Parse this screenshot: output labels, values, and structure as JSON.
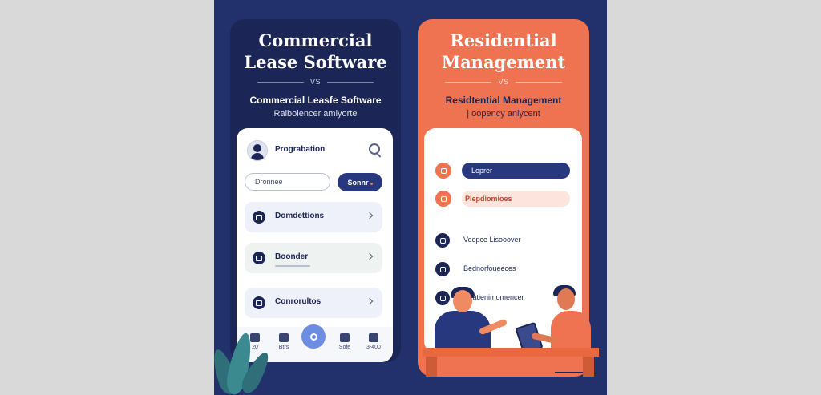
{
  "colors": {
    "navy": "#22306b",
    "navy_panel": "#1b2657",
    "orange": "#ef7251",
    "accent_blue": "#6d8de3",
    "teal_plant": "#2e6f79"
  },
  "left_panel": {
    "title_line1": "Commercial",
    "title_line2": "Lease Software",
    "vs": "VS",
    "subtitle": "Commercial Leasfe Software",
    "tagline": "Raiboiencer amiyorte",
    "phone": {
      "title": "Prograbation",
      "search_icon": "search-icon",
      "field_value": "Dronnee",
      "button_label": "Sonnr",
      "items": [
        {
          "label": "Domdettions",
          "icon": "home-icon"
        },
        {
          "label": "Boonder",
          "icon": "chat-icon"
        },
        {
          "label": "Conrorultos",
          "icon": "briefcase-icon"
        }
      ],
      "tabs": [
        {
          "label": "20",
          "icon": "home-icon"
        },
        {
          "label": "Btrs",
          "icon": "building-icon"
        },
        {
          "label": "",
          "icon": "user-icon"
        },
        {
          "label": "Sofe",
          "icon": "message-icon"
        },
        {
          "label": "3-400",
          "icon": "person-icon"
        }
      ]
    }
  },
  "right_panel": {
    "title_line1": "Residential",
    "title_line2": "Management",
    "vs": "VS",
    "subtitle": "Residtential Management",
    "tagline": "| oopency anlycent",
    "phone": {
      "rows": [
        {
          "label": "Loprer",
          "icon": "target-icon"
        },
        {
          "label": "Plepdiomioes",
          "icon": "image-icon"
        },
        {
          "label": "Voopce Lisooover",
          "icon": "building-icon"
        },
        {
          "label": "Bednorfoueeces",
          "icon": "clock-icon"
        },
        {
          "label": "Deatienimomencer",
          "icon": "calendar-icon"
        }
      ]
    }
  }
}
